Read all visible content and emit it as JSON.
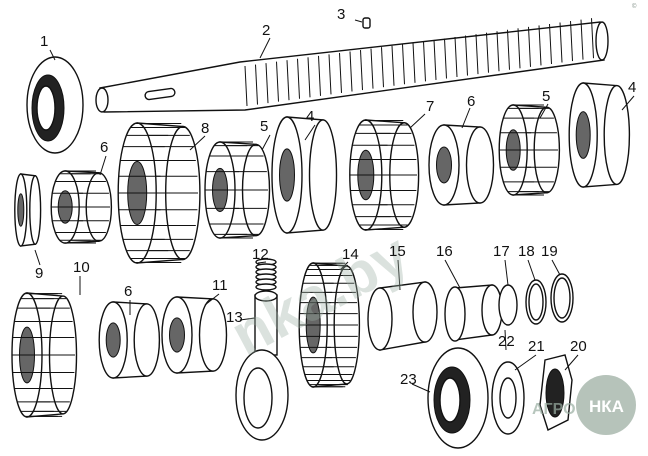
{
  "diagram": {
    "labels": [
      "1",
      "2",
      "3",
      "4",
      "4",
      "5",
      "5",
      "6",
      "6",
      "6",
      "7",
      "8",
      "9",
      "10",
      "11",
      "12",
      "13",
      "14",
      "15",
      "16",
      "17",
      "18",
      "19",
      "20",
      "21",
      "22",
      "23"
    ],
    "watermark_center": "nka.by",
    "logo_text_left": "АГРО",
    "logo_text_circle": "НКА",
    "corner_mark": "©"
  }
}
